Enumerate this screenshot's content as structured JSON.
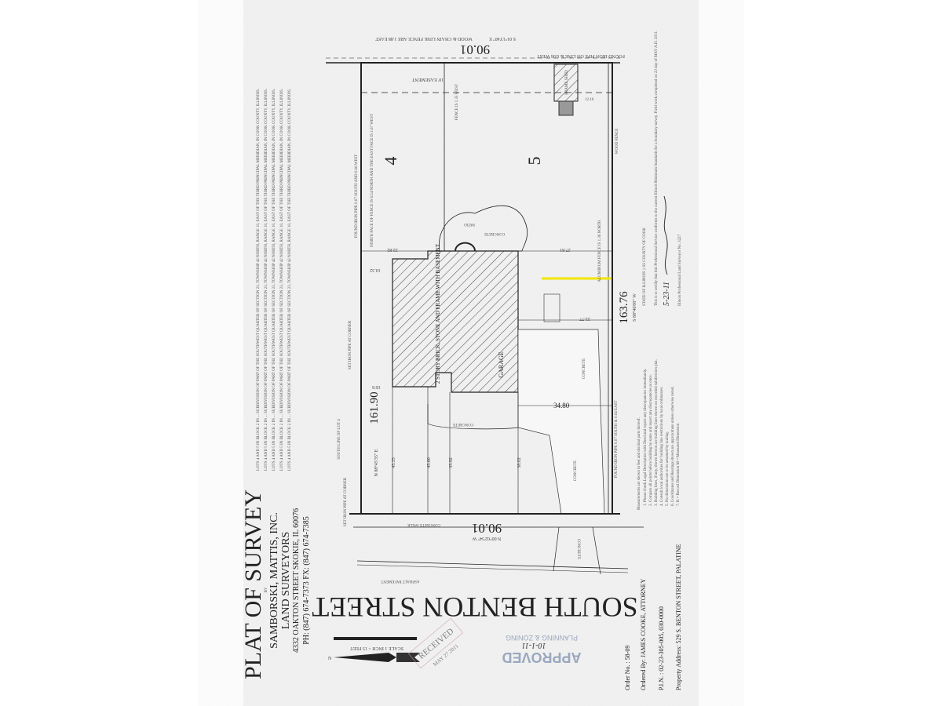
{
  "title": "PLAT OF SURVEY",
  "by": "BY",
  "company": "SAMBORSKI, MATTIS, INC.",
  "subtitle": "LAND SURVEYORS",
  "address": "4332 OAKTON STREET   SKOKIE, IL 60076",
  "phone": "PH: (847) 674-7373     FX: (847) 674-7385",
  "scale": "SCALE 1 INCH = 15 FEET",
  "north": "N",
  "received_stamp": "RECEIVED",
  "received_date": "MAY 27 2011",
  "street": "SOUTH BENTON STREET",
  "approved_stamp": {
    "label": "APPROVED",
    "dept": "PLANNING & ZONING",
    "date": "10-1-11"
  },
  "order_no": "Order No. : 58-09",
  "ordered_by": "Ordered By: JAMES COOKE, ATTORNEY",
  "pin": "P.I.N. : 02-23-305-005, 030-0000",
  "property_address": "Property Address: 529 S. BENTON STREET, PALATINE",
  "lots": [
    "4",
    "5"
  ],
  "dimensions": {
    "top": "90.01",
    "front": "90.01",
    "right": "163.76",
    "right_bearing": "S 88°46'00\" W",
    "left": "161.90",
    "left_bearing": "N 88°45'35\" E",
    "front_bearing": "N 00°02'34\" W",
    "top_bearing": "S 01°13'40\" E",
    "d1": "27.61",
    "d2": "22.82",
    "d3": "10.32",
    "d4": "22.77",
    "d5": "34.80",
    "d6": "45.35",
    "d7": "45.60",
    "d8": "35.92",
    "d9": "38.02",
    "d10": "12.10",
    "d11": "9.93"
  },
  "labels": {
    "house": "2 STORY BRICK, STONE AND FRAME WITH BASEMENT",
    "garage": "GARAGE",
    "concrete": "CONCRETE",
    "patio": "PATIO",
    "concrete_walk": "CONCRETE WALK",
    "asphalt": "ASPHALT PAVEMENT",
    "easement": "10' EASEMENT",
    "wood_fence": "WOOD FENCE",
    "frame_shed": "FRAME SHED",
    "alum_fence": "ALUMINUM FENCE IS 1.36 NORTH",
    "found_pipe": "FOUND IRON PIPE 0.07 SOUTH & 0.04 EAST",
    "found_pipe2": "FOUND IRON PIPE ON LINE & 0.06 WEST",
    "set_pipe": "SET IRON PIPE AT CORNER",
    "set_pipe2": "FOUND IRON PIPE 0.07 SOUTH AND 0.06 WEST",
    "north_fence": "NORTH FACE OF FENCE IS 6.54 NORTH AND THE EAST FACE IS 1.67 WEST",
    "fence_west": "FENCE IS 1.35 WEST",
    "south_line": "SOUTH LINE OF LOT 4",
    "chain_link": "WOOD & CHAIN LINK FENCE ARE 1.88 EAST"
  },
  "legal_description": "LOTS 4 AND 5 IN BLOCK 2 IN ... SUBDIVISION OF PART OF THE SOUTHWEST QUARTER OF SECTION 23, TOWNSHIP 42 NORTH, RANGE 10, EAST OF THE THIRD PRINCIPAL MERIDIAN, IN COOK COUNTY, ILLINOIS.",
  "notes_title": "Measurements are shown in feet and decimal parts thereof.",
  "notes": [
    "1. Please check Legal Description with Deed and report any discrepancies immediately.",
    "2. Compare all points before building by same and report any discrepancies at once.",
    "3. Building lines, if any, shown hereon are building lines shown on recorded subdivision plat.",
    "4. Consult local authorities for building line restrictions by local ordinances.",
    "5. No dimensions are to be assumed by scaling.",
    "6. Coordinates and Bearings shown are approximate unless otherwise noted.",
    "7. R = Record Dimension   M = Measured Dimension"
  ],
  "certification": "This is to certify that this Professional Service conforms to the current Illinois Minimum Standards for a boundary survey. Field work completed on 23 day of MAY A.D. 2011.",
  "state": "STATE OF ILLINOIS } SS  COUNTY OF COOK",
  "surveyor": "Illinois Professional Land Surveyor No. 3227",
  "signature_date": "5-23-11",
  "highlight_color": "#f2e600",
  "stamp_color": "#9aa8bf",
  "received_color": "#c9a0a0"
}
